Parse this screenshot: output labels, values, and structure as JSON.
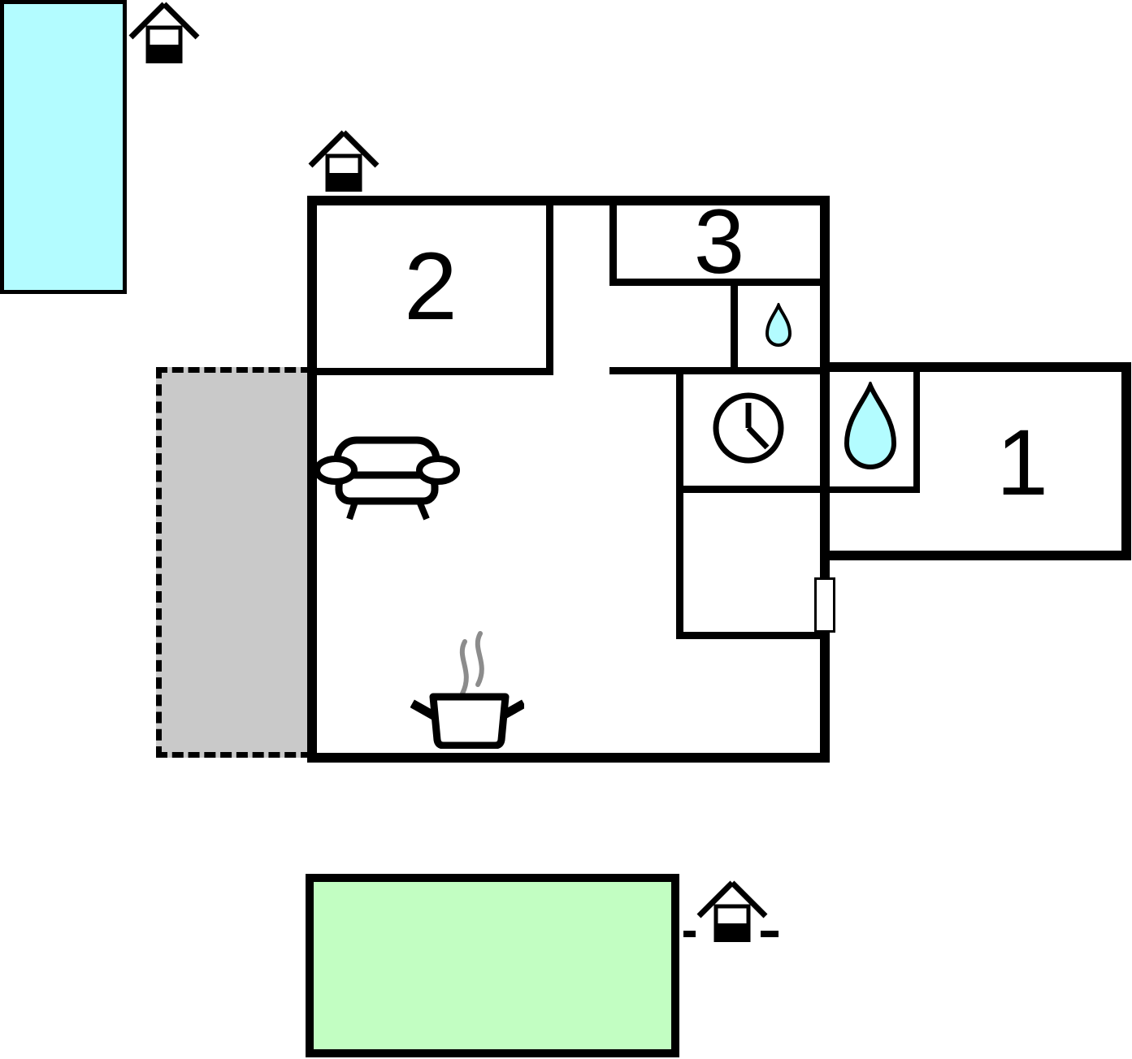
{
  "plan": {
    "type": "floor-plan",
    "rooms": {
      "room1": {
        "label": "1"
      },
      "room2": {
        "label": "2"
      },
      "room3": {
        "label": "3"
      }
    },
    "areas": {
      "pool": {
        "icon": "water-pool",
        "color": "#b3fcff"
      },
      "terrace": {
        "icon": "terrace-outline",
        "color": "#c9c9c9"
      },
      "lawn": {
        "icon": "lawn",
        "color": "#c2fec2"
      }
    },
    "icons": {
      "entrance": "house-entrance-icon",
      "bathroom": "water-drop-icon",
      "toilet": "water-drop-icon",
      "clock": "clock-icon",
      "sofa": "sofa-icon",
      "kitchen": "cooking-pot-icon",
      "door": "door-opening"
    }
  },
  "colors": {
    "wall": "#000000",
    "water": "#b3fcff",
    "lawn": "#c2fec2",
    "terrace": "#c9c9c9",
    "steam": "#8c8c8c",
    "door": "#ffffff"
  }
}
